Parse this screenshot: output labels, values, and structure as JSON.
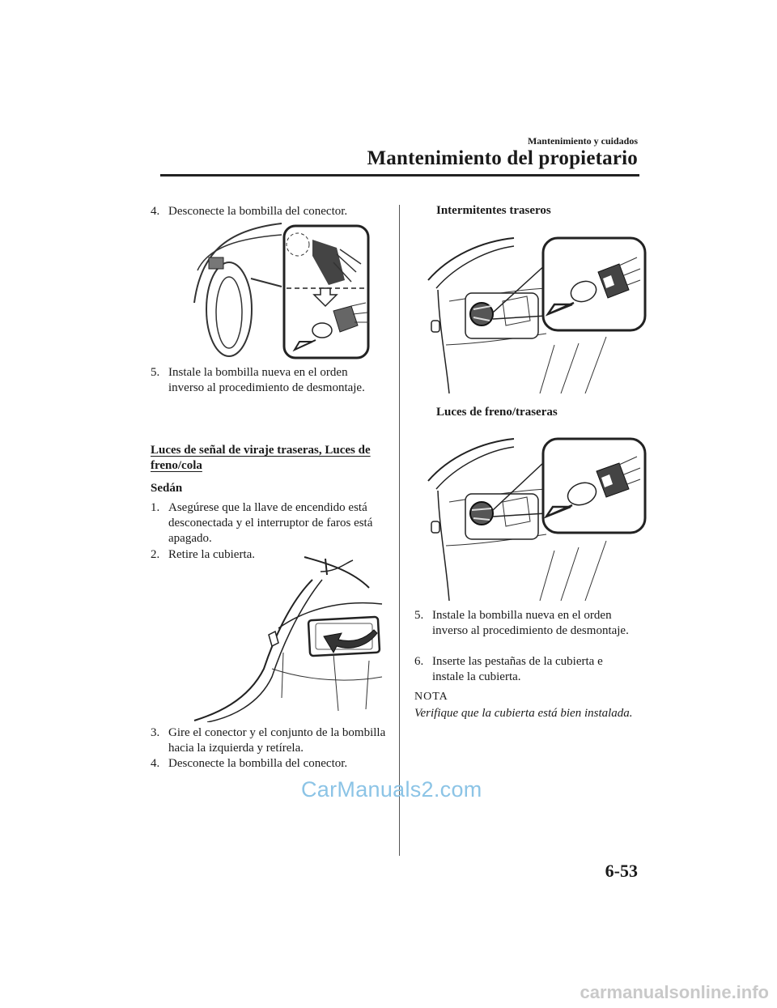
{
  "header": {
    "section_small": "Mantenimiento y cuidados",
    "section_title": "Mantenimiento del propietario"
  },
  "left_column": {
    "step4_top": {
      "num": "4.",
      "text": "Desconecte la bombilla del conector."
    },
    "step5": {
      "num": "5.",
      "text": "Instale la bombilla nueva en el orden inverso al procedimiento de desmontaje."
    },
    "heading": "Luces de señal de viraje traseras, Luces de freno/cola",
    "subheading": "Sedán",
    "step1": {
      "num": "1.",
      "text": "Asegúrese que la llave de encendido está desconectada y el interruptor de faros está apagado."
    },
    "step2": {
      "num": "2.",
      "text": "Retire la cubierta."
    },
    "step3": {
      "num": "3.",
      "text": "Gire el conector y el conjunto de la bombilla hacia la izquierda y retírela."
    },
    "step4_bottom": {
      "num": "4.",
      "text": "Desconecte la bombilla del conector."
    }
  },
  "right_column": {
    "label_turn": "Intermitentes traseros",
    "label_brake": "Luces de freno/traseras",
    "step5": {
      "num": "5.",
      "text": "Instale la bombilla nueva en el orden inverso al procedimiento de desmontaje."
    },
    "step6": {
      "num": "6.",
      "text": "Inserte las pestañas de la cubierta e instale la cubierta."
    },
    "note_label": "NOTA",
    "note_text": "Verifique que la cubierta está bien instalada."
  },
  "watermark": "CarManuals2.com",
  "page_number": "6-53",
  "footer_watermark": "carmanualsonline.info"
}
